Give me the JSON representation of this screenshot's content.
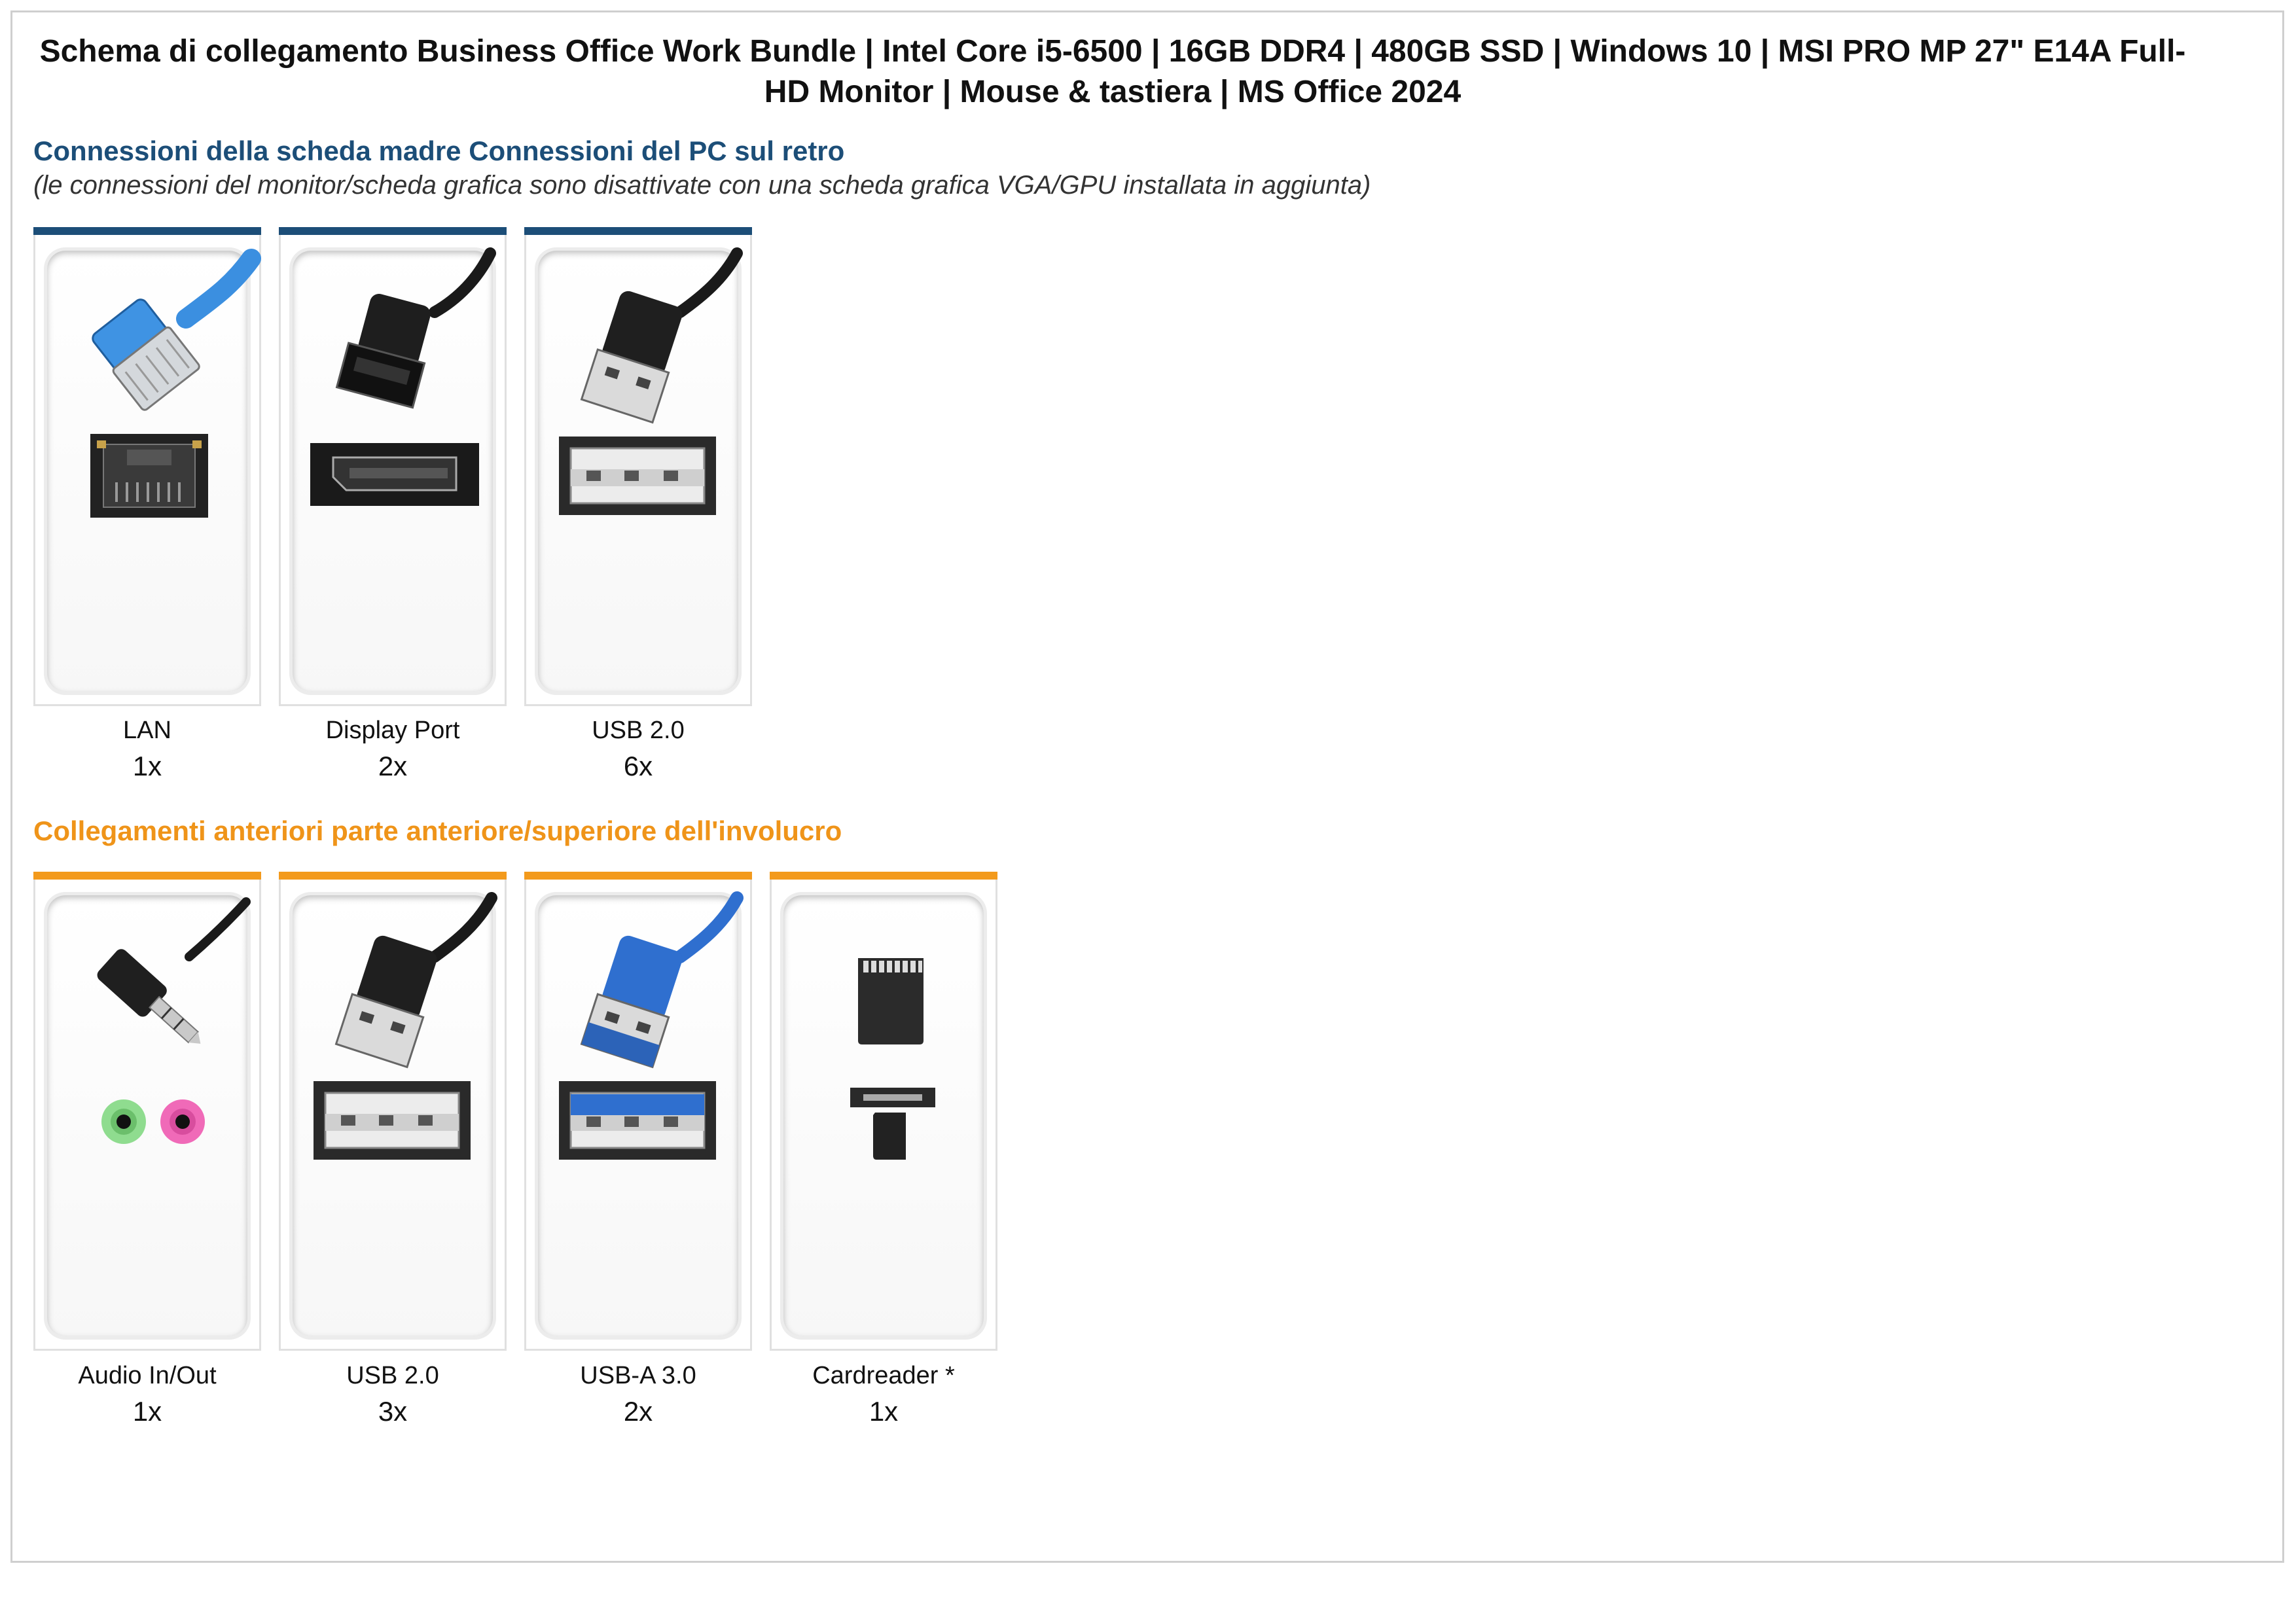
{
  "title": "Schema di collegamento Business Office Work Bundle | Intel Core i5-6500 | 16GB DDR4 | 480GB SSD | Windows 10 | MSI PRO MP 27\" E14A Full-HD Monitor | Mouse & tastiera | MS Office 2024",
  "rear": {
    "heading": "Connessioni della scheda madre Connessioni del PC sul retro",
    "note": "(le connessioni del monitor/scheda grafica sono disattivate con una scheda grafica VGA/GPU installata in aggiunta)",
    "items": [
      {
        "label": "LAN",
        "count": "1x",
        "icon": "lan-port-icon"
      },
      {
        "label": "Display Port",
        "count": "2x",
        "icon": "displayport-icon"
      },
      {
        "label": "USB 2.0",
        "count": "6x",
        "icon": "usb-2-icon"
      }
    ]
  },
  "front": {
    "heading": "Collegamenti anteriori parte anteriore/superiore dell'involucro",
    "items": [
      {
        "label": "Audio In/Out",
        "count": "1x",
        "icon": "audio-jack-icon"
      },
      {
        "label": "USB 2.0",
        "count": "3x",
        "icon": "usb-2-icon"
      },
      {
        "label": "USB-A 3.0",
        "count": "2x",
        "icon": "usb-3-icon"
      },
      {
        "label": "Cardreader *",
        "count": "1x",
        "icon": "sd-card-icon"
      }
    ]
  },
  "colors": {
    "rear_accent": "#1c4e78",
    "front_accent": "#f39a1c",
    "usb3_blue": "#2f6fcf"
  }
}
